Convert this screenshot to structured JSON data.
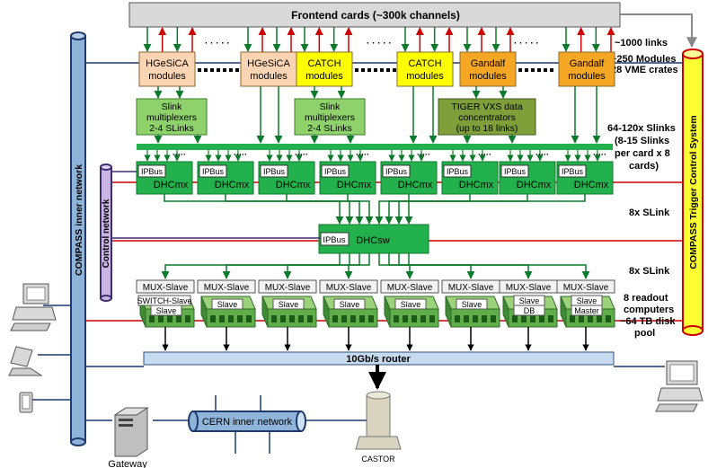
{
  "frontend": {
    "label": "Frontend cards (~300k channels)"
  },
  "counts": {
    "links": "~1000 links",
    "modules": "~250 Modules",
    "crates": "28 VME crates",
    "slinks_1": "64-120x Slinks",
    "slinks_2": "(8-15 Slinks",
    "slinks_3": "per card x 8",
    "slinks_4": "cards)",
    "slink8a": "8x SLink",
    "slink8b": "8x SLink",
    "readout_1": "8 readout",
    "readout_2": "computers",
    "readout_3": "~64 TB disk",
    "readout_4": "pool"
  },
  "modules": [
    {
      "line1": "HGeSiCA",
      "line2": "modules",
      "kind": "hgesica"
    },
    {
      "line1": "HGeSiCA",
      "line2": "modules",
      "kind": "hgesica"
    },
    {
      "line1": "CATCH",
      "line2": "modules",
      "kind": "catch"
    },
    {
      "line1": "CATCH",
      "line2": "modules",
      "kind": "catch"
    },
    {
      "line1": "Gandalf",
      "line2": "modules",
      "kind": "gandalf"
    },
    {
      "line1": "Gandalf",
      "line2": "modules",
      "kind": "gandalf"
    }
  ],
  "multiplexers": [
    {
      "line1": "Slink",
      "line2": "multiplexers",
      "line3": "2-4 SLinks"
    },
    {
      "line1": "Slink",
      "line2": "multiplexers",
      "line3": "2-4 SLinks"
    }
  ],
  "tiger": {
    "line1": "TIGER VXS data",
    "line2": "concentrators",
    "line3": "(up to 18 links)"
  },
  "ipbus": "IPBus",
  "dhcmx": "DHCmx",
  "dhcsw": "DHCsw",
  "mux": {
    "labels": [
      "MUX-Slave",
      "MUX-Slave",
      "MUX-Slave",
      "MUX-Slave",
      "MUX-Slave",
      "MUX-Slave",
      "MUX-Slave",
      "MUX-Slave"
    ],
    "sublabels": [
      [
        "SWITCH-Slave",
        "Slave"
      ],
      [
        "Slave"
      ],
      [
        "Slave"
      ],
      [
        "Slave"
      ],
      [
        "Slave"
      ],
      [
        "Slave"
      ],
      [
        "Slave",
        "DB"
      ],
      [
        "Slave",
        "Master"
      ]
    ]
  },
  "router": "10Gb/s router",
  "networks": {
    "inner": "COMPASS inner network",
    "control": "Control network",
    "trigger": "COMPASS Trigger Control System",
    "cern": "CERN inner network"
  },
  "gateway": "Gateway",
  "castor": "CASTOR",
  "colors": {
    "green": "#22b14c",
    "dark_green": "#0c7a2a",
    "hgesica": "#fbd4b4",
    "catch": "#ffff00",
    "gandalf": "#f5a623",
    "tiger": "#7f9f3a",
    "mux_green": "#9bd27a",
    "inner_network": "#8fb4d9",
    "control_network": "#c9b4e6",
    "trigger_yellow": "#ffff33",
    "router": "#c6dbef",
    "red": "#cc0000"
  }
}
